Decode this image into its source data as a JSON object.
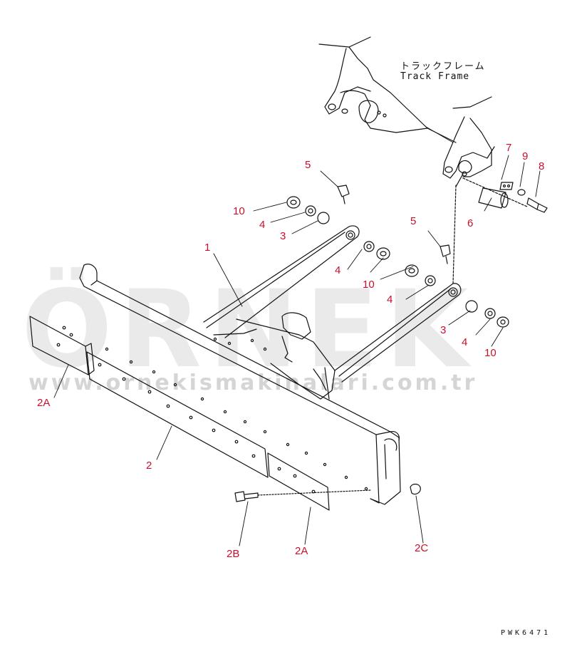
{
  "diagram": {
    "frame_label_jp": "トラックフレーム",
    "frame_label_en": "Track Frame",
    "drawing_code": "PWK6471",
    "watermark_brand": "ÖRNEK",
    "watermark_url": "www.ornekismakinalari.com.tr",
    "colors": {
      "label": "#c8102e",
      "line": "#111111",
      "watermark": "#d0d0d0"
    },
    "callouts": {
      "p1": "1",
      "p2": "2",
      "p2a_left": "2A",
      "p2a_bottom": "2A",
      "p2b": "2B",
      "p2c": "2C",
      "p3_left": "3",
      "p3_right": "3",
      "p4_left": "4",
      "p4_mid": "4",
      "p4_mid2": "4",
      "p4_right": "4",
      "p5_left": "5",
      "p5_right": "5",
      "p6": "6",
      "p7": "7",
      "p8": "8",
      "p9": "9",
      "p10_left": "10",
      "p10_mid": "10",
      "p10_right": "10"
    }
  }
}
